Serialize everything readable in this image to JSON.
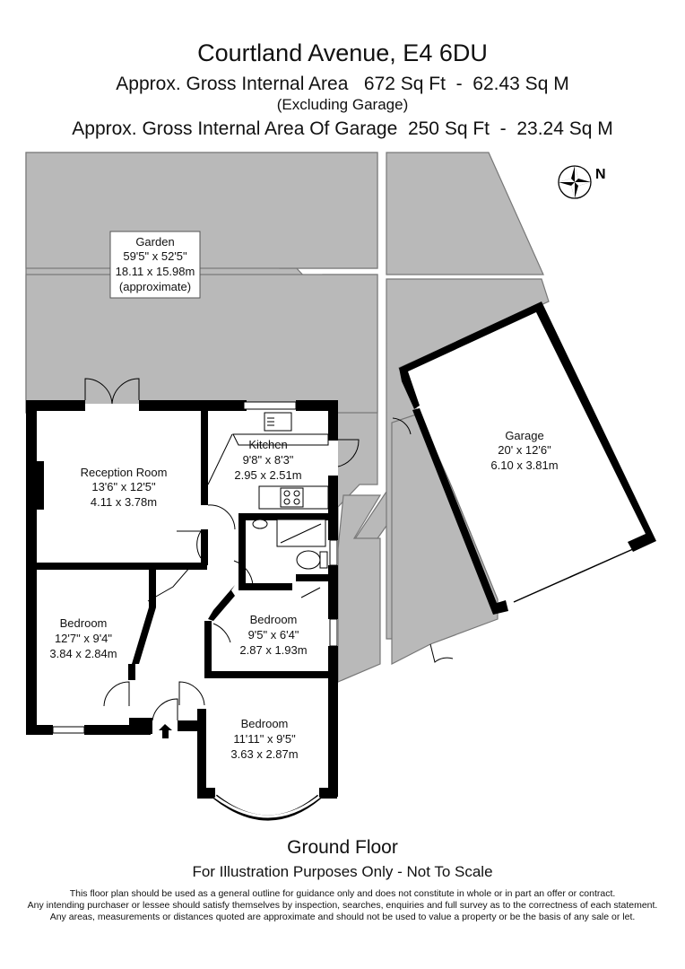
{
  "header": {
    "title": "Courtland Avenue, E4 6DU",
    "gross_internal_area": "Approx. Gross Internal Area   672 Sq Ft  -  62.43 Sq M",
    "gross_internal_area_note": "(Excluding Garage)",
    "garage_area": "Approx. Gross Internal Area Of Garage  250 Sq Ft  -  23.24 Sq M"
  },
  "compass": {
    "icon": "compass-rose-icon",
    "label": "N"
  },
  "rooms": {
    "garden": {
      "name": "Garden",
      "imperial": "59'5\" x 52'5\"",
      "metric": "18.11 x 15.98m",
      "note": "(approximate)"
    },
    "reception": {
      "name": "Reception Room",
      "imperial": "13'6\" x 12'5\"",
      "metric": "4.11 x 3.78m"
    },
    "kitchen": {
      "name": "Kitchen",
      "imperial": "9'8\" x 8'3\"",
      "metric": "2.95 x 2.51m"
    },
    "bedroom1": {
      "name": "Bedroom",
      "imperial": "12'7\" x 9'4\"",
      "metric": "3.84 x 2.84m"
    },
    "bedroom2": {
      "name": "Bedroom",
      "imperial": "9'5\" x 6'4\"",
      "metric": "2.87 x 1.93m"
    },
    "bedroom3": {
      "name": "Bedroom",
      "imperial": "11'11\" x 9'5\"",
      "metric": "3.63 x 2.87m"
    },
    "garage": {
      "name": "Garage",
      "imperial": "20' x 12'6\"",
      "metric": "6.10 x 3.81m"
    }
  },
  "footer": {
    "floor_name": "Ground Floor",
    "scale_note": "For Illustration Purposes Only - Not To Scale",
    "disclaimer": [
      "This floor plan should be used as a general outline for guidance only and does not constitute in whole or in part an offer or contract.",
      "Any intending purchaser or lessee should satisfy themselves by inspection, searches, enquiries and full survey as to the correctness of each statement.",
      "Any areas, measurements or distances quoted are approximate and should not be used to value a property or be the basis of any sale or let."
    ]
  },
  "colors": {
    "garden_fill": "#b9b9b9",
    "wall": "#000000",
    "room_fill": "#ffffff"
  }
}
